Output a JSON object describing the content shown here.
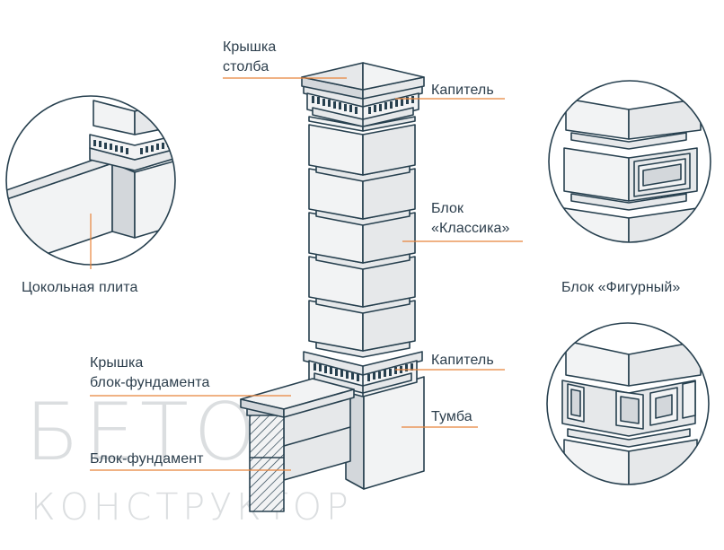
{
  "colors": {
    "stroke": "#27404f",
    "face_light": "#f2f3f4",
    "face_mid": "#e6e8ea",
    "face_dark": "#d3d7db",
    "leader": "#e8833a",
    "text": "#2c3e4c",
    "watermark": "#bfc4c8"
  },
  "labels": {
    "pillar_cap_line1": "Крышка",
    "pillar_cap_line2": "столба",
    "capital_top": "Капитель",
    "block_classic_line1": "Блок",
    "block_classic_line2": "«Классика»",
    "plinth_slab": "Цокольная плита",
    "block_figured": "Блок «Фигурный»",
    "foundation_cap_line1": "Крышка",
    "foundation_cap_line2": "блок-фундамента",
    "capital_bottom": "Капитель",
    "pedestal": "Тумба",
    "foundation_block": "Блок-фундамент"
  },
  "watermark": {
    "line1": "БЕТОН",
    "line2": "КОНСТРУКТОР"
  },
  "icons": {
    "pillar": "pillar-illustration",
    "detail_plinth": "detail-circle-plinth",
    "detail_figured_top": "detail-circle-figured-block",
    "detail_figured_bottom": "detail-circle-figured-capital"
  }
}
